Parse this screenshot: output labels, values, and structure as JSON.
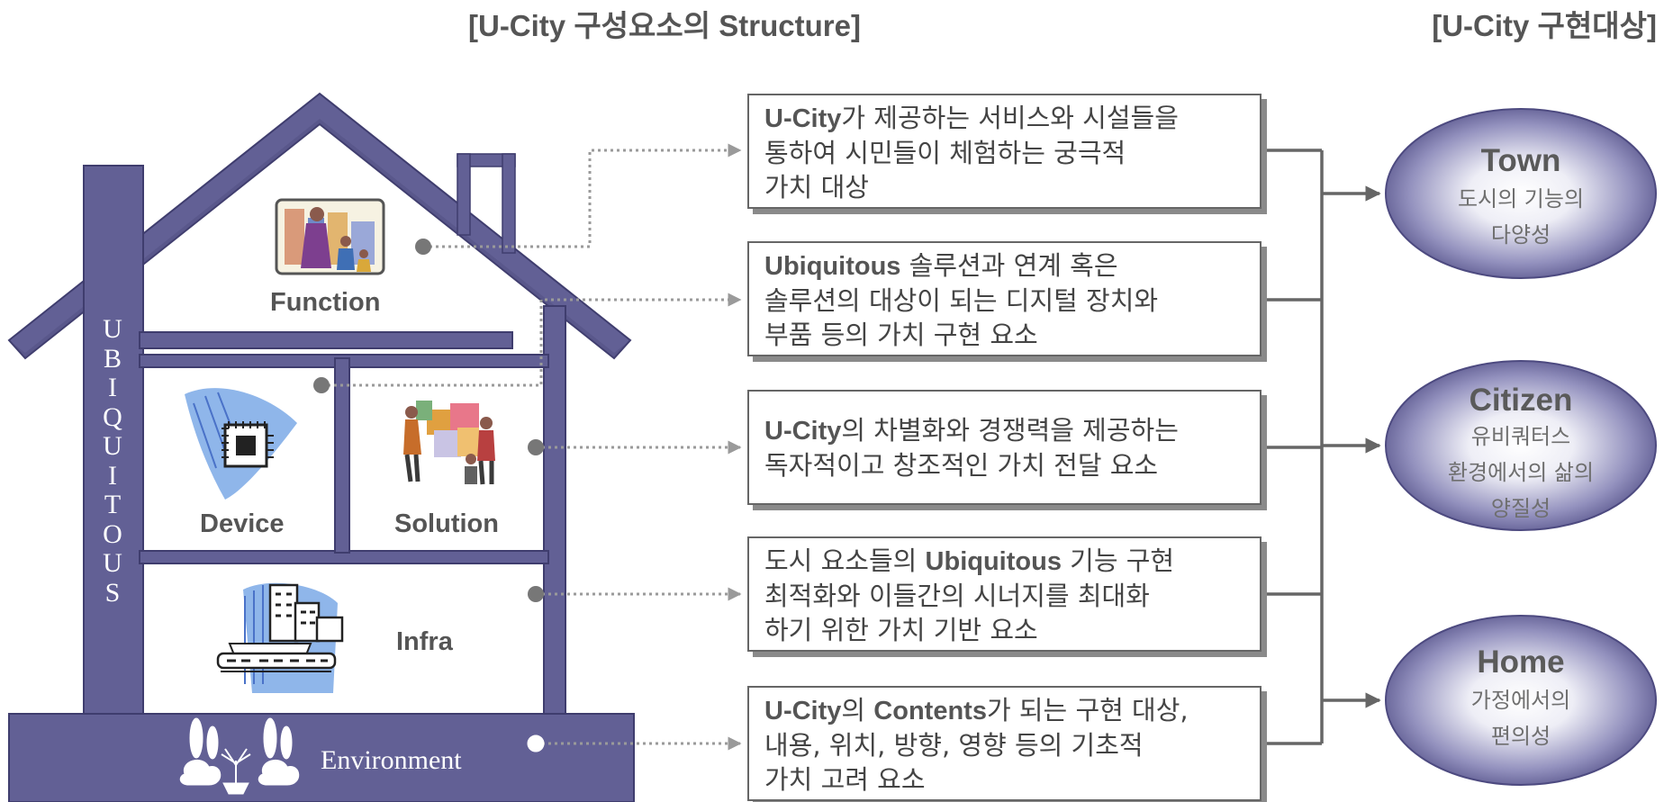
{
  "titles": {
    "structure": "[U-City 구성요소의 Structure]",
    "targets": "[U-City 구현대상]"
  },
  "house": {
    "pillar_letters": [
      "U",
      "B",
      "I",
      "Q",
      "U",
      "I",
      "T",
      "O",
      "U",
      "S"
    ],
    "rooms": {
      "function": "Function",
      "device": "Device",
      "solution": "Solution",
      "infra": "Infra",
      "environment": "Environment"
    },
    "colors": {
      "frame": "#626095",
      "frame_dark": "#3f3d6e",
      "dot": "#777777"
    }
  },
  "descriptions": [
    {
      "lines": [
        [
          {
            "t": "U-City",
            "b": true
          },
          {
            "t": "가 제공하는 서비스와 시설들을",
            "b": false
          }
        ],
        [
          {
            "t": "통하여 시민들이 체험하는 궁극적",
            "b": false
          }
        ],
        [
          {
            "t": "가치 대상",
            "b": false
          }
        ]
      ]
    },
    {
      "lines": [
        [
          {
            "t": "Ubiquitous",
            "b": true
          },
          {
            "t": " 솔루션과 연계 혹은",
            "b": false
          }
        ],
        [
          {
            "t": "솔루션의 대상이 되는 디지털 장치와",
            "b": false
          }
        ],
        [
          {
            "t": "부품 등의 가치 구현 요소",
            "b": false
          }
        ]
      ]
    },
    {
      "lines": [
        [
          {
            "t": "U-City",
            "b": true
          },
          {
            "t": "의 차별화와 경쟁력을 제공하는",
            "b": false
          }
        ],
        [
          {
            "t": "독자적이고 창조적인 가치 전달 요소",
            "b": false
          }
        ]
      ]
    },
    {
      "lines": [
        [
          {
            "t": "도시 요소들의 ",
            "b": false
          },
          {
            "t": "Ubiquitous",
            "b": true
          },
          {
            "t": " 기능 구현",
            "b": false
          }
        ],
        [
          {
            "t": "최적화와 이들간의 시너지를 최대화",
            "b": false
          }
        ],
        [
          {
            "t": "하기 위한 가치 기반 요소",
            "b": false
          }
        ]
      ]
    },
    {
      "lines": [
        [
          {
            "t": "U-City",
            "b": true
          },
          {
            "t": "의 ",
            "b": false
          },
          {
            "t": "Contents",
            "b": true
          },
          {
            "t": "가 되는 구현 대상,",
            "b": false
          }
        ],
        [
          {
            "t": "내용, 위치, 방향, 영향 등의 기초적",
            "b": false
          }
        ],
        [
          {
            "t": "가치 고려 요소",
            "b": false
          }
        ]
      ]
    }
  ],
  "targets": [
    {
      "title": "Town",
      "sub": [
        "도시의 기능의",
        "다양성"
      ]
    },
    {
      "title": "Citizen",
      "sub": [
        "유비쿼터스",
        "환경에서의 삶의",
        "양질성"
      ]
    },
    {
      "title": "Home",
      "sub": [
        "가정에서의",
        "편의성"
      ]
    }
  ]
}
